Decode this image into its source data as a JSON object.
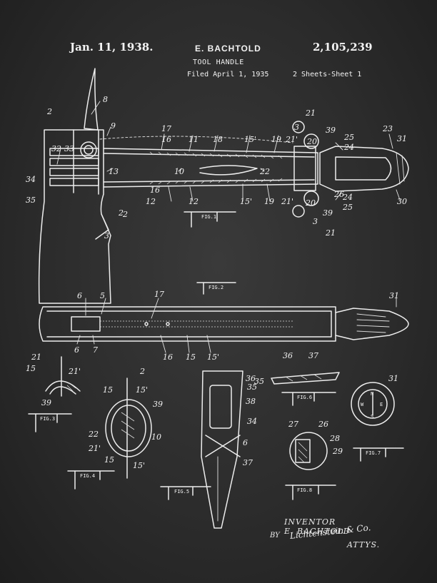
{
  "header": {
    "date": "Jan. 11, 1938.",
    "inventor": "E. BACHTOLD",
    "patent_number": "2,105,239",
    "title": "TOOL HANDLE",
    "filed": "Filed April 1, 1935",
    "sheets": "2 Sheets-Sheet 1"
  },
  "signature": {
    "line1": "INVENTOR",
    "line2": "E. BACHTOLD",
    "by": "BY",
    "attorney": "Lichtenstein & Co.",
    "line4": "ATTYS."
  },
  "figure_labels": [
    "FIG.1",
    "FIG.2",
    "FIG.3",
    "FIG.4",
    "FIG.5",
    "FIG.6",
    "FIG.7",
    "FIG.8"
  ],
  "ref_numerals": {
    "fig1": [
      "8",
      "9",
      "2",
      "17",
      "16",
      "11",
      "18",
      "15'",
      "19",
      "21'",
      "20",
      "3",
      "39",
      "25",
      "24",
      "23",
      "31",
      "32",
      "33",
      "34",
      "35",
      "13",
      "10",
      "22",
      "12",
      "16",
      "12",
      "15'",
      "19",
      "21'",
      "20",
      "24",
      "25",
      "26",
      "30",
      "2",
      "3",
      "39",
      "21",
      "3",
      "2",
      "21"
    ],
    "fig2": [
      "6",
      "5",
      "17",
      "31",
      "6",
      "7",
      "16",
      "15",
      "15'"
    ],
    "fig3": [
      "21",
      "15",
      "21'",
      "39"
    ],
    "fig4": [
      "2",
      "15",
      "15'",
      "39",
      "22",
      "21'",
      "10",
      "15",
      "15'"
    ],
    "fig5": [
      "36",
      "35",
      "38",
      "34",
      "6",
      "37"
    ],
    "fig6": [
      "36",
      "37",
      "35"
    ],
    "fig7": [
      "31"
    ],
    "fig8": [
      "27",
      "26",
      "28",
      "29"
    ]
  },
  "compass_letters": [
    "N",
    "E",
    "S",
    "W"
  ]
}
